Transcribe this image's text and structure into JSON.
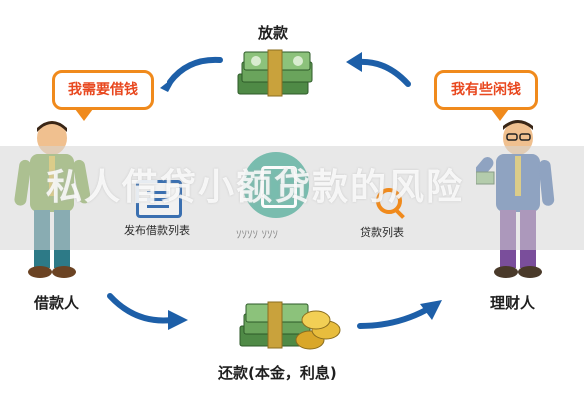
{
  "labels": {
    "lend": "放款",
    "borrower_bubble": "我需要借钱",
    "investor_bubble": "我有些闲钱",
    "borrower": "借款人",
    "investor": "理财人",
    "repay": "还款(本金，利息)",
    "publish_list": "发布借款列表",
    "middle_list": "ｿｿｿｿ ｿｿｿ",
    "browse_list": "贷款列表"
  },
  "overlay_title": "私人借贷小额贷款的风险",
  "icons": [
    "cash-stack-icon",
    "coins-icon",
    "curved-arrow-icon",
    "list-icon",
    "search-icon",
    "document-icon"
  ],
  "colors": {
    "bubble_border": "#f08a1c",
    "bubble_text": "#e8471e",
    "arrow": "#1d5fa8",
    "band": "#d6d6d6",
    "center_circle": "#6db8a8"
  }
}
